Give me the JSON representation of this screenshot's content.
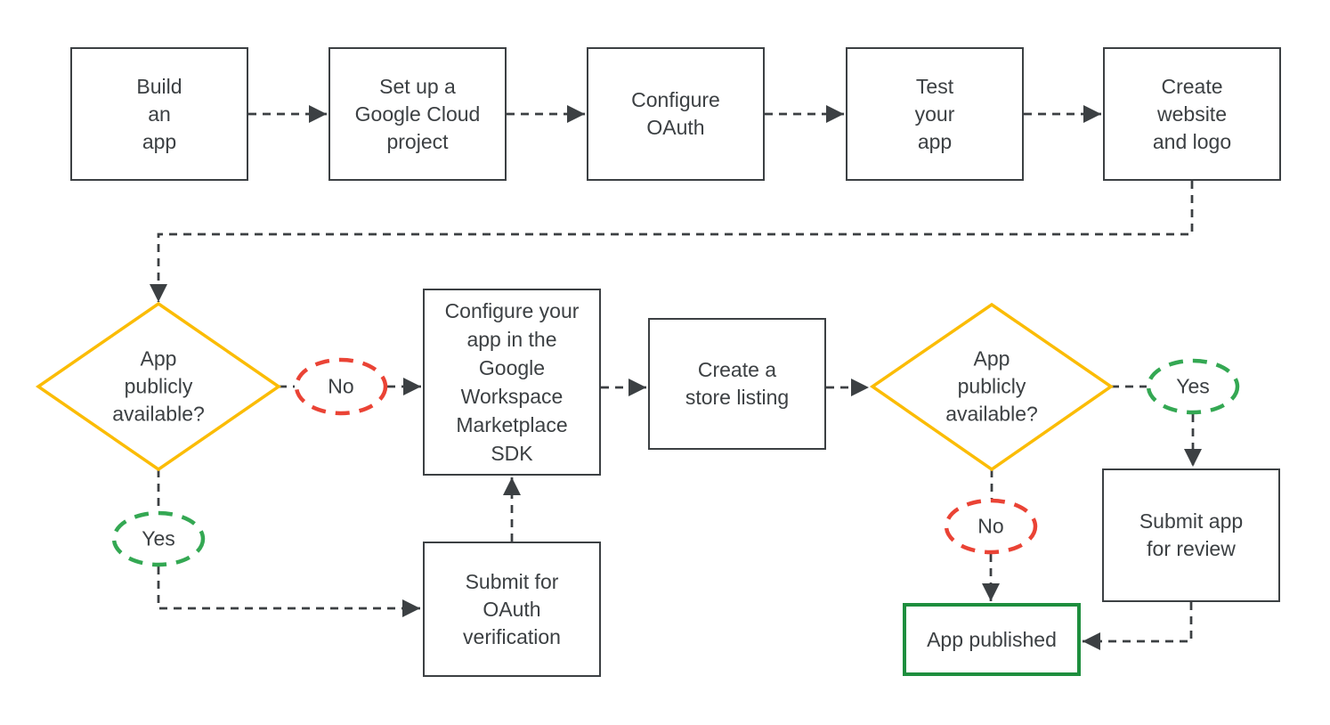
{
  "flowchart": {
    "steps": {
      "build_app": "Build\nan\napp",
      "setup_project": "Set up a\nGoogle Cloud\nproject",
      "configure_oauth": "Configure\nOAuth",
      "test_app": "Test\nyour\napp",
      "create_website": "Create\nwebsite\nand logo",
      "configure_sdk": "Configure your\napp in the\nGoogle\nWorkspace\nMarketplace\nSDK",
      "store_listing": "Create a\nstore listing",
      "submit_oauth": "Submit for\nOAuth\nverification",
      "submit_review": "Submit app\nfor review",
      "app_published": "App published"
    },
    "decisions": {
      "decision1": {
        "question": "App\npublicly\navailable?",
        "no_label": "No",
        "yes_label": "Yes"
      },
      "decision2": {
        "question": "App\npublicly\navailable?",
        "yes_label": "Yes",
        "no_label": "No"
      }
    },
    "edges": [
      {
        "from": "build_app",
        "to": "setup_project"
      },
      {
        "from": "setup_project",
        "to": "configure_oauth"
      },
      {
        "from": "configure_oauth",
        "to": "test_app"
      },
      {
        "from": "test_app",
        "to": "create_website"
      },
      {
        "from": "create_website",
        "to": "decision1"
      },
      {
        "from": "decision1",
        "branch": "No",
        "to": "configure_sdk"
      },
      {
        "from": "decision1",
        "branch": "Yes",
        "to": "submit_oauth"
      },
      {
        "from": "submit_oauth",
        "to": "configure_sdk"
      },
      {
        "from": "configure_sdk",
        "to": "store_listing"
      },
      {
        "from": "store_listing",
        "to": "decision2"
      },
      {
        "from": "decision2",
        "branch": "Yes",
        "to": "submit_review"
      },
      {
        "from": "decision2",
        "branch": "No",
        "to": "app_published"
      },
      {
        "from": "submit_review",
        "to": "app_published"
      }
    ],
    "colors": {
      "outline": "#3C4043",
      "text": "#3C4043",
      "decision_outline": "#FBBC04",
      "no_outline": "#EA4335",
      "yes_outline": "#34A853",
      "published_outline": "#1E8E3E",
      "node_fill": "#FFFFFF"
    }
  }
}
